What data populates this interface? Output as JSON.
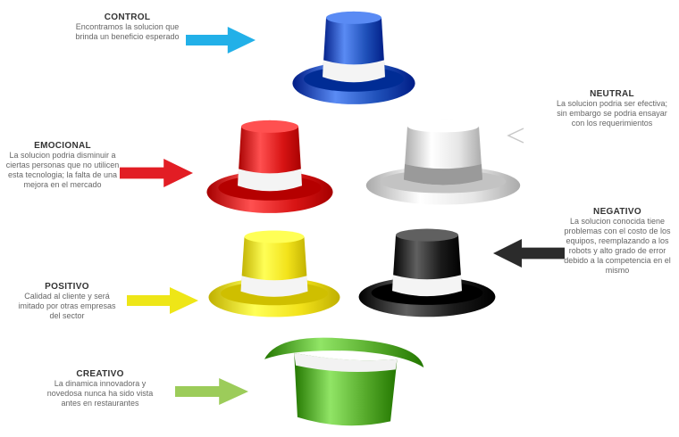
{
  "hats": {
    "control": {
      "title": "CONTROL",
      "text": "Encontramos la solucion que brinda un beneficio esperado",
      "color": "#1e4fb8"
    },
    "neutral": {
      "title": "NEUTRAL",
      "text": "La solucion podria ser efectiva; sin embargo se podria ensayar con los requerimientos",
      "color": "#e6e6e6"
    },
    "emocional": {
      "title": "EMOCIONAL",
      "text": "La solucion podria disminuir a ciertas personas que no utilicen esta tecnologia; la falta de una mejora en el mercado",
      "color": "#d81414"
    },
    "negativo": {
      "title": "NEGATIVO",
      "text": "La solucion conocida tiene problemas con el costo de los equipos, reemplazando a los robots y alto grado de error debido a la competencia en el mismo",
      "color": "#1a1a1a"
    },
    "positivo": {
      "title": "POSITIVO",
      "text": "Calidad al cliente y será imitado por otras empresas del sector",
      "color": "#f2e21a"
    },
    "creativo": {
      "title": "CREATIVO",
      "text": "La dinamica innovadora y novedosa nunca ha sido vista antes en restaurantes",
      "color": "#55a92a"
    }
  },
  "arrow_colors": {
    "control": "#22b0e8",
    "neutral": "#c8c8c8",
    "emocional": "#e21d24",
    "negativo": "#2b2b2b",
    "positivo": "#eee617",
    "creativo": "#9ccc5a"
  }
}
